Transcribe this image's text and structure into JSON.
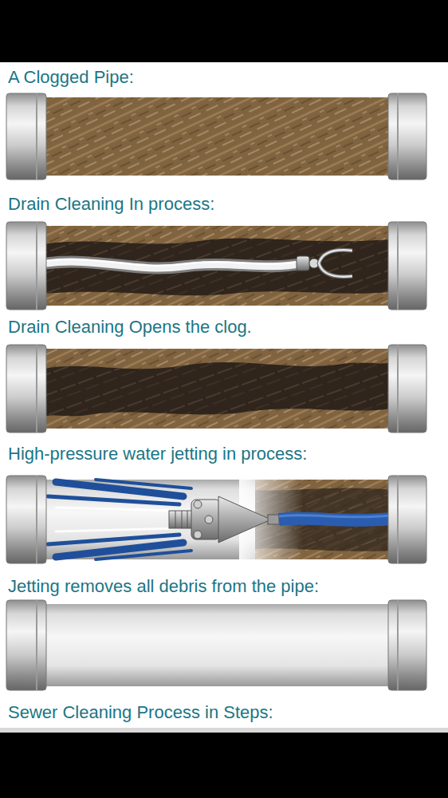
{
  "diagram": {
    "caption": "Sewer Cleaning Process in Steps:",
    "labels": [
      "A Clogged Pipe:",
      "Drain Cleaning In process:",
      "Drain Cleaning Opens the clog.",
      "High-pressure water jetting in process:",
      "Jetting removes all debris from the pipe:"
    ]
  }
}
